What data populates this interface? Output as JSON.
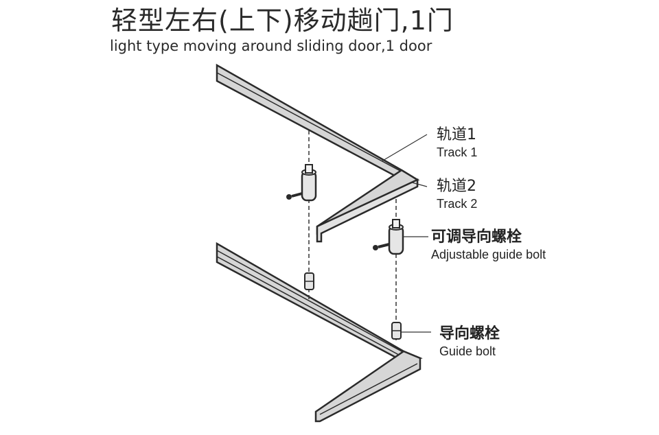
{
  "title": {
    "cn": "轻型左右(上下)移动趟门,1门",
    "en": "light type moving around sliding door,1 door"
  },
  "labels": {
    "track1": {
      "cn": "轨道1",
      "en": "Track 1"
    },
    "track2": {
      "cn": "轨道2",
      "en": "Track 2"
    },
    "adjustable_bolt": {
      "cn": "可调导向螺栓",
      "en": "Adjustable guide bolt"
    },
    "guide_bolt": {
      "cn": "导向螺栓",
      "en": "Guide bolt"
    }
  },
  "colors": {
    "rail_fill": "#d4d4d4",
    "rail_edge": "#2a2a2a",
    "text": "#222222"
  }
}
